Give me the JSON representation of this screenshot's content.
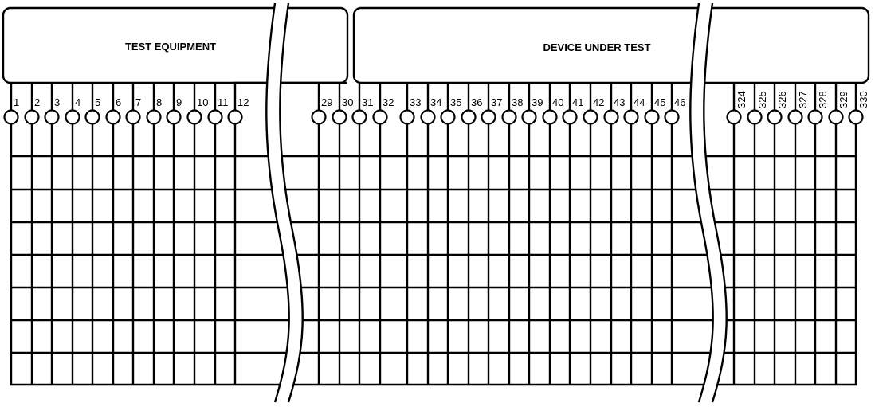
{
  "diagram": {
    "stroke_color": "#000000",
    "background": "#ffffff",
    "boxes": [
      {
        "id": "test-equipment",
        "label": "TEST EQUIPMENT"
      },
      {
        "id": "device-under-test",
        "label": "DEVICE UNDER TEST"
      }
    ],
    "pin_groups": [
      {
        "group": "test-equipment",
        "pins": [
          "1",
          "2",
          "3",
          "4",
          "5",
          "6",
          "7",
          "8",
          "9",
          "10",
          "11",
          "12"
        ]
      },
      {
        "group": "device-under-test-a",
        "pins": [
          "29",
          "30",
          "31",
          "32"
        ]
      },
      {
        "group": "device-under-test-b",
        "pins": [
          "33",
          "34",
          "35",
          "36",
          "37",
          "38",
          "39",
          "40",
          "41",
          "42",
          "43",
          "44",
          "45",
          "46"
        ]
      },
      {
        "group": "device-under-test-c",
        "pins": [
          "324",
          "325",
          "326",
          "327",
          "328",
          "329",
          "330"
        ],
        "rotated": true
      }
    ],
    "grid_rows": 7,
    "breaks": 2
  }
}
